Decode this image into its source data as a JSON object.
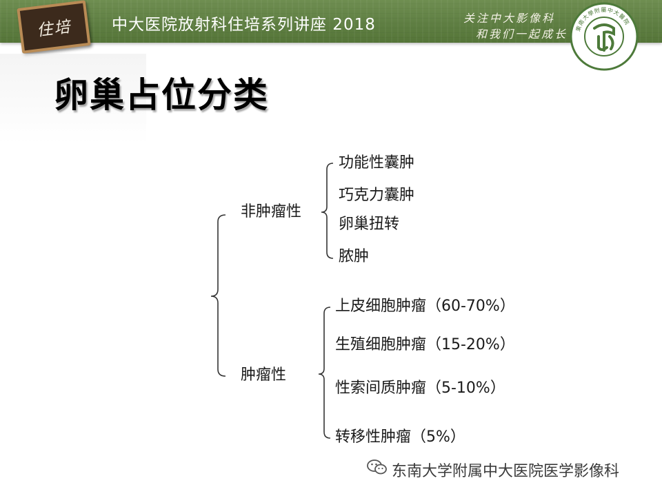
{
  "header": {
    "badge_text": "住培",
    "title": "中大医院放射科住培系列讲座 2018",
    "slogan_line1": "关注中大影像科",
    "slogan_line2": "和我们一起成长",
    "logo_seal": "東南大學附屬中大醫院"
  },
  "slide": {
    "title": "卵巢占位分类"
  },
  "tree": {
    "non_tumor": {
      "label": "非肿瘤性",
      "items": [
        "功能性囊肿",
        "巧克力囊肿",
        "卵巢扭转",
        "脓肿"
      ]
    },
    "tumor": {
      "label": "肿瘤性",
      "items": [
        "上皮细胞肿瘤（60-70%）",
        "生殖细胞肿瘤（15-20%）",
        "性索间质肿瘤（5-10%）",
        "转移性肿瘤（5%）"
      ]
    }
  },
  "watermark": {
    "text": "东南大学附属中大医院医学影像科"
  },
  "colors": {
    "header_green": "#5f7f43",
    "badge_brown": "#3c2a1c",
    "seal_green": "#4d7a3a"
  }
}
